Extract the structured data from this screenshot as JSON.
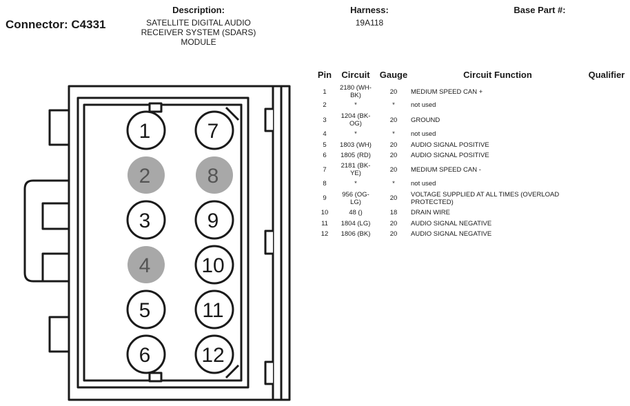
{
  "header": {
    "connector_title": "Connector: C4331",
    "description_label": "Description:",
    "description_lines": [
      "SATELLITE DIGITAL AUDIO",
      "RECEIVER SYSTEM (SDARS)",
      "MODULE"
    ],
    "harness_label": "Harness:",
    "harness_value": "19A118",
    "base_part_label": "Base Part #:"
  },
  "table": {
    "headers": {
      "pin": "Pin",
      "circuit": "Circuit",
      "gauge": "Gauge",
      "function": "Circuit Function",
      "qualifier": "Qualifier"
    },
    "rows": [
      {
        "pin": "1",
        "circuit": "2180 (WH-BK)",
        "gauge": "20",
        "function": "MEDIUM SPEED CAN +"
      },
      {
        "pin": "2",
        "circuit": "*",
        "gauge": "*",
        "function": "not used"
      },
      {
        "pin": "3",
        "circuit": "1204 (BK-OG)",
        "gauge": "20",
        "function": "GROUND"
      },
      {
        "pin": "4",
        "circuit": "*",
        "gauge": "*",
        "function": "not used"
      },
      {
        "pin": "5",
        "circuit": "1803 (WH)",
        "gauge": "20",
        "function": "AUDIO SIGNAL POSITIVE"
      },
      {
        "pin": "6",
        "circuit": "1805 (RD)",
        "gauge": "20",
        "function": "AUDIO SIGNAL POSITIVE"
      },
      {
        "pin": "7",
        "circuit": "2181 (BK-YE)",
        "gauge": "20",
        "function": "MEDIUM SPEED CAN -"
      },
      {
        "pin": "8",
        "circuit": "*",
        "gauge": "*",
        "function": "not used"
      },
      {
        "pin": "9",
        "circuit": "956 (OG-LG)",
        "gauge": "20",
        "function": "VOLTAGE SUPPLIED AT ALL TIMES (OVERLOAD PROTECTED)"
      },
      {
        "pin": "10",
        "circuit": "48 ()",
        "gauge": "18",
        "function": "DRAIN WIRE"
      },
      {
        "pin": "11",
        "circuit": "1804 (LG)",
        "gauge": "20",
        "function": "AUDIO SIGNAL NEGATIVE"
      },
      {
        "pin": "12",
        "circuit": "1806 (BK)",
        "gauge": "20",
        "function": "AUDIO SIGNAL NEGATIVE"
      }
    ]
  },
  "connector_face": {
    "pins": [
      {
        "label": "1",
        "state": "used"
      },
      {
        "label": "7",
        "state": "used"
      },
      {
        "label": "2",
        "state": "unused"
      },
      {
        "label": "8",
        "state": "unused"
      },
      {
        "label": "3",
        "state": "used"
      },
      {
        "label": "9",
        "state": "used"
      },
      {
        "label": "4",
        "state": "unused"
      },
      {
        "label": "10",
        "state": "used"
      },
      {
        "label": "5",
        "state": "used"
      },
      {
        "label": "11",
        "state": "used"
      },
      {
        "label": "6",
        "state": "used"
      },
      {
        "label": "12",
        "state": "used"
      }
    ],
    "colors": {
      "outline": "#1a1a1a",
      "unused_fill": "#a8a8a8",
      "unused_text": "#555555",
      "used_fill": "#ffffff"
    }
  }
}
